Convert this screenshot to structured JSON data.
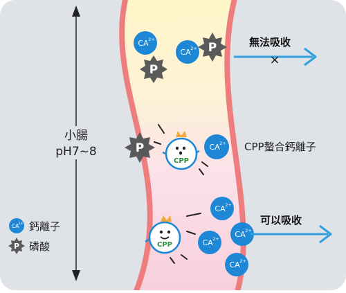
{
  "side_label": {
    "line1": "小腸",
    "line2": "pH7~8"
  },
  "arrow_top_label": "無法吸收",
  "arrow_bottom_label": "可以吸收",
  "middle_label": "CPP螯合鈣離子",
  "ion": {
    "text": "CA",
    "sup": "2+"
  },
  "phosphate": {
    "text": "P"
  },
  "cpp": {
    "text": "CPP"
  },
  "cross_mark": "×",
  "legend": {
    "calcium": "鈣離子",
    "phosphate": "磷酸"
  },
  "colors": {
    "background": "#dfe2e7",
    "tube_wall": "#ee7d7d",
    "calcium_ion": "#1e88d6",
    "phosphate": "#5a5a5a",
    "arrow": "#2fa0e0",
    "cpp_crown": "#f2a93b",
    "cpp_ring": "#1e88d6"
  }
}
